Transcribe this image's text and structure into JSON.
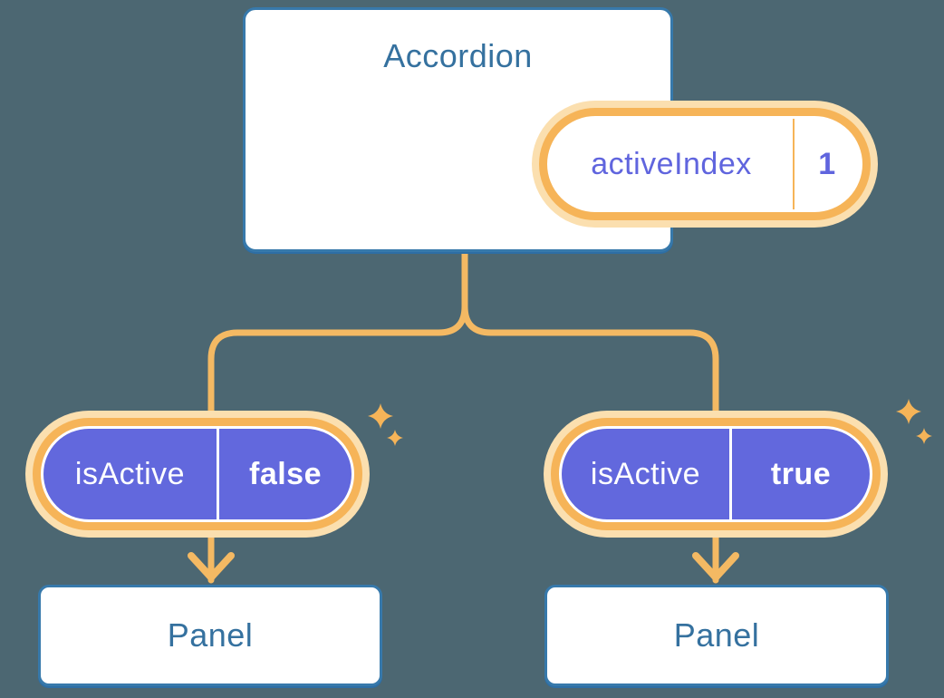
{
  "colors": {
    "background": "#4C6772",
    "node_border": "#3779AB",
    "node_border_shadow": "#2D6EA5",
    "node_text": "#35719F",
    "connector": "#F4B963",
    "pill_ring": "#F6B458",
    "pill_glow": "#FBDFAF",
    "prop_fill": "#6268DD",
    "state_text": "#6065DE",
    "prop_text": "#FFFFFF"
  },
  "accordion": {
    "title": "Accordion",
    "state": {
      "name": "activeIndex",
      "value": "1"
    }
  },
  "children": [
    {
      "prop_name": "isActive",
      "prop_value": "false",
      "panel_label": "Panel"
    },
    {
      "prop_name": "isActive",
      "prop_value": "true",
      "panel_label": "Panel"
    }
  ]
}
